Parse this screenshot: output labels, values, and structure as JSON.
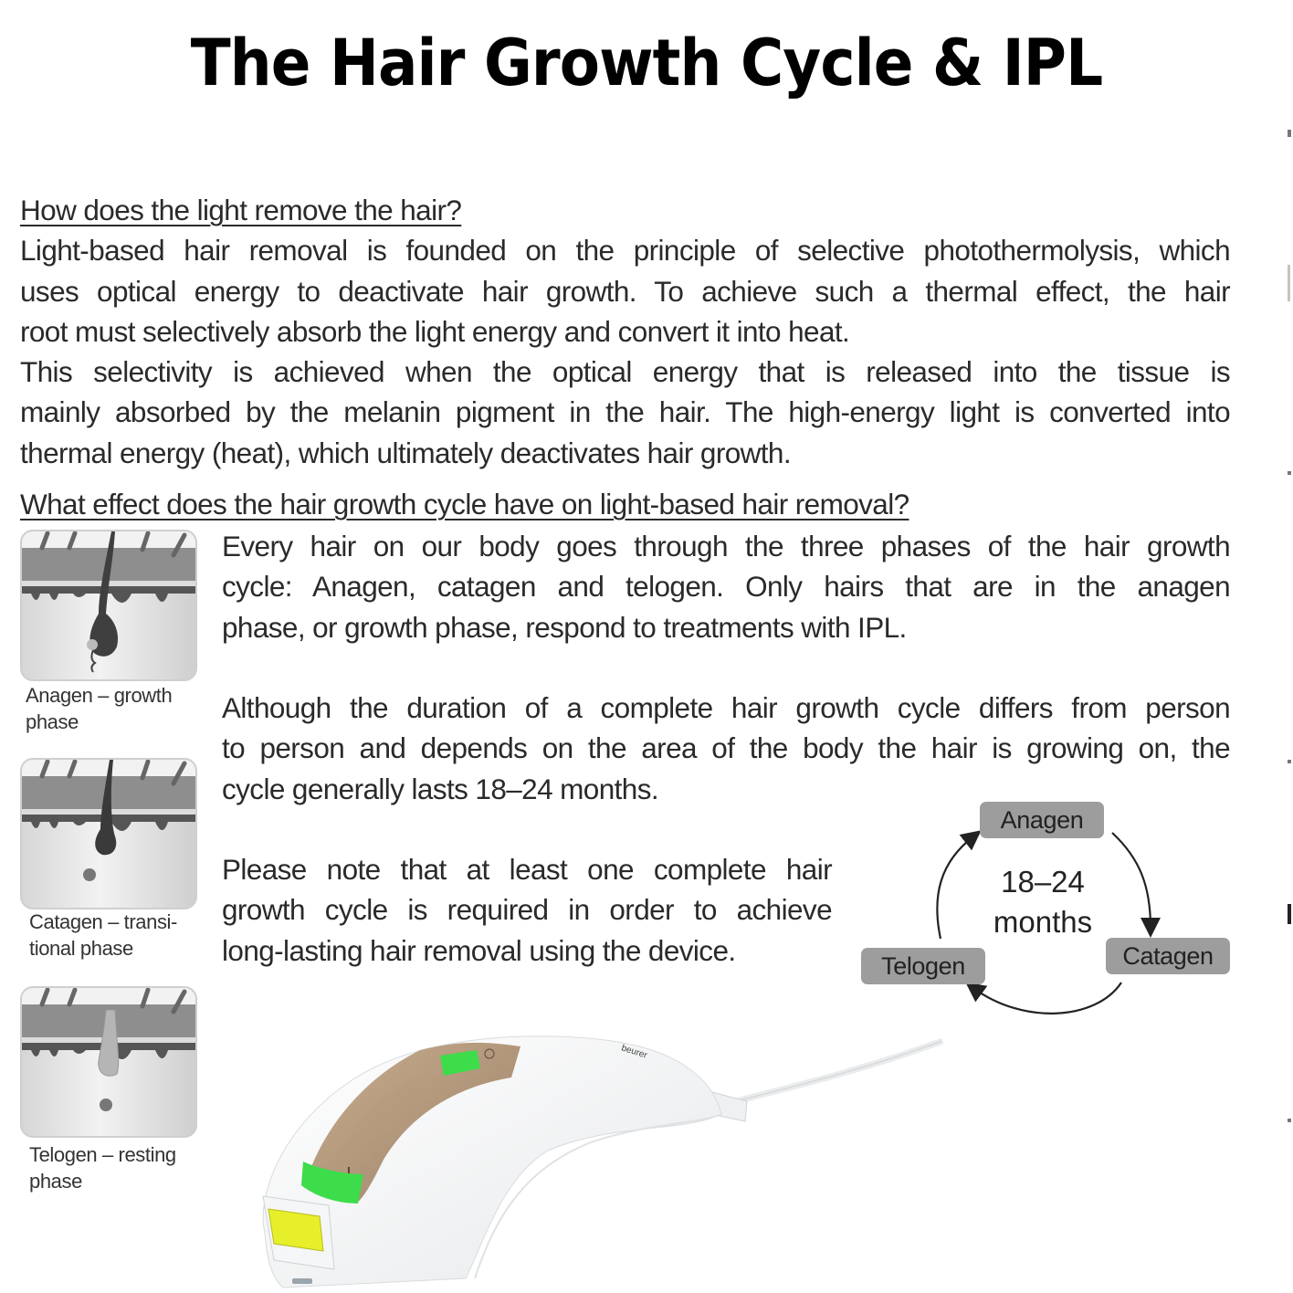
{
  "title": "The Hair Growth Cycle & IPL",
  "section1": {
    "heading": "How does the light remove the hair?",
    "lines": [
      "Light-based hair removal is founded on the principle of selective photothermolysis, which",
      "uses optical energy to deactivate hair growth. To achieve such a thermal effect, the hair",
      "root must selectively absorb the light energy and convert it into heat.",
      "This selectivity is achieved when the optical energy that is released into the tissue is",
      "mainly absorbed by the melanin pigment in the hair. The high-energy light is converted into",
      "thermal energy (heat), which ultimately deactivates hair growth."
    ]
  },
  "section2": {
    "heading": "What effect does the hair growth cycle have on light-based hair removal?",
    "paragraph1": [
      "Every hair on our body goes through the three phases of the hair growth",
      "cycle: Anagen, catagen and telogen. Only hairs that are in the anagen",
      "phase, or growth phase, respond to treatments with IPL."
    ],
    "paragraph2": [
      "Although the duration of a complete hair growth cycle differs from person",
      "to person and depends on the area of the body the hair is growing on, the",
      "cycle generally lasts 18–24 months."
    ],
    "paragraph3": [
      "Please note that at least one complete hair",
      "growth cycle is required in order to achieve",
      "long-lasting hair removal using the device."
    ]
  },
  "phases": [
    {
      "caption_line1": "Anagen – growth",
      "caption_line2": "phase",
      "icon": "anagen-follicle-illustration"
    },
    {
      "caption_line1": "Catagen – transi-",
      "caption_line2": "tional phase",
      "icon": "catagen-follicle-illustration"
    },
    {
      "caption_line1": "Telogen – resting",
      "caption_line2": "phase",
      "icon": "telogen-follicle-illustration"
    }
  ],
  "cycle_diagram": {
    "center_line1": "18–24",
    "center_line2": "months",
    "nodes": [
      "Anagen",
      "Catagen",
      "Telogen"
    ],
    "box_color": "#9d9d9d",
    "arrow_color": "#222222"
  },
  "device": {
    "icon": "ipl-device-illustration",
    "accent_green": "#3ddc4a",
    "panel_bronze": "#a88e74",
    "lamp_yellow": "#e6ef2a"
  }
}
